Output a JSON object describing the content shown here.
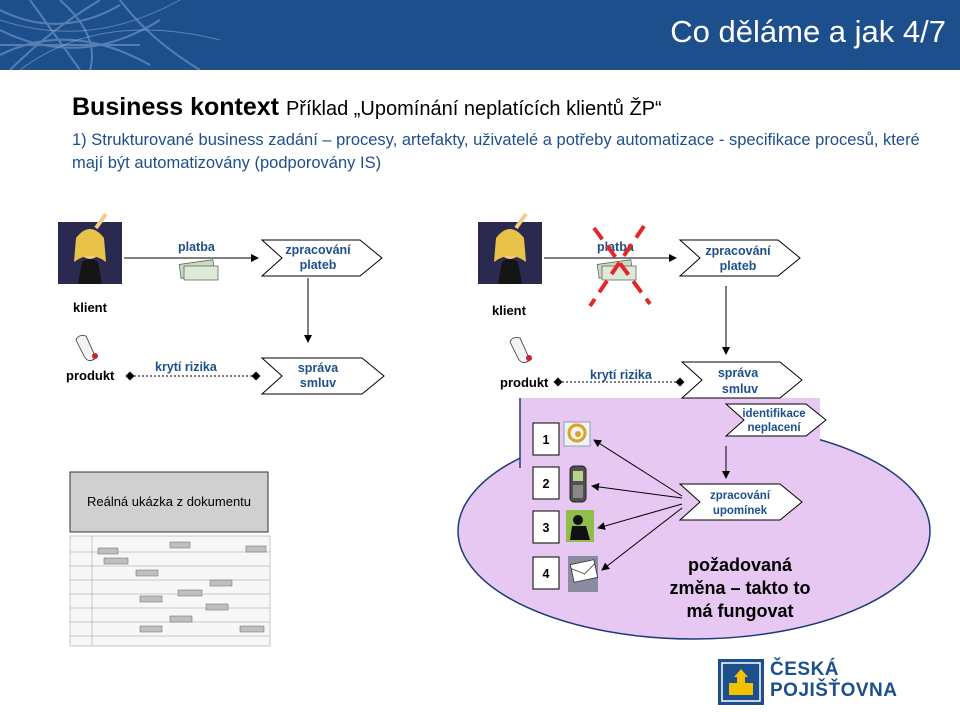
{
  "slide": {
    "title": "Co děláme a jak 4/7",
    "heading": "Business kontext",
    "subheading": "Příklad „Upomínání neplatících klientů ŽP“",
    "description": "1) Strukturované business zadání – procesy, artefakty, uživatelé a potřeby automatizace - specifikace procesů, které mají být automatizovány (podporovány IS)"
  },
  "left": {
    "klient": "klient",
    "platba": "platba",
    "zpracovani_1": "zpracování",
    "zpracovani_2": "plateb",
    "produkt": "produkt",
    "kryti": "krytí rizika",
    "sprava_1": "správa",
    "sprava_2": "smluv",
    "sample": "Reálná ukázka z dokumentu"
  },
  "right": {
    "klient": "klient",
    "platba": "platba",
    "zpracovani_1": "zpracování",
    "zpracovani_2": "plateb",
    "produkt": "produkt",
    "kryti": "krytí rizika",
    "sprava_1": "správa",
    "sprava_2": "smluv",
    "identifikace_1": "identifikace",
    "identifikace_2": "neplacení",
    "upominky_1": "zpracování",
    "upominky_2": "upomínek",
    "channels": [
      "1",
      "2",
      "3",
      "4"
    ],
    "note_1": "požadovaná",
    "note_2": "změna – takto to",
    "note_3": "má fungovat"
  },
  "logo": {
    "line1": "ČESKÁ",
    "line2": "POJIŠŤOVNA"
  },
  "colors": {
    "header": "#1d4f8c",
    "text_blue": "#1d4f8c",
    "ellipse": "#e6c8f2",
    "cross": "#e32626"
  }
}
